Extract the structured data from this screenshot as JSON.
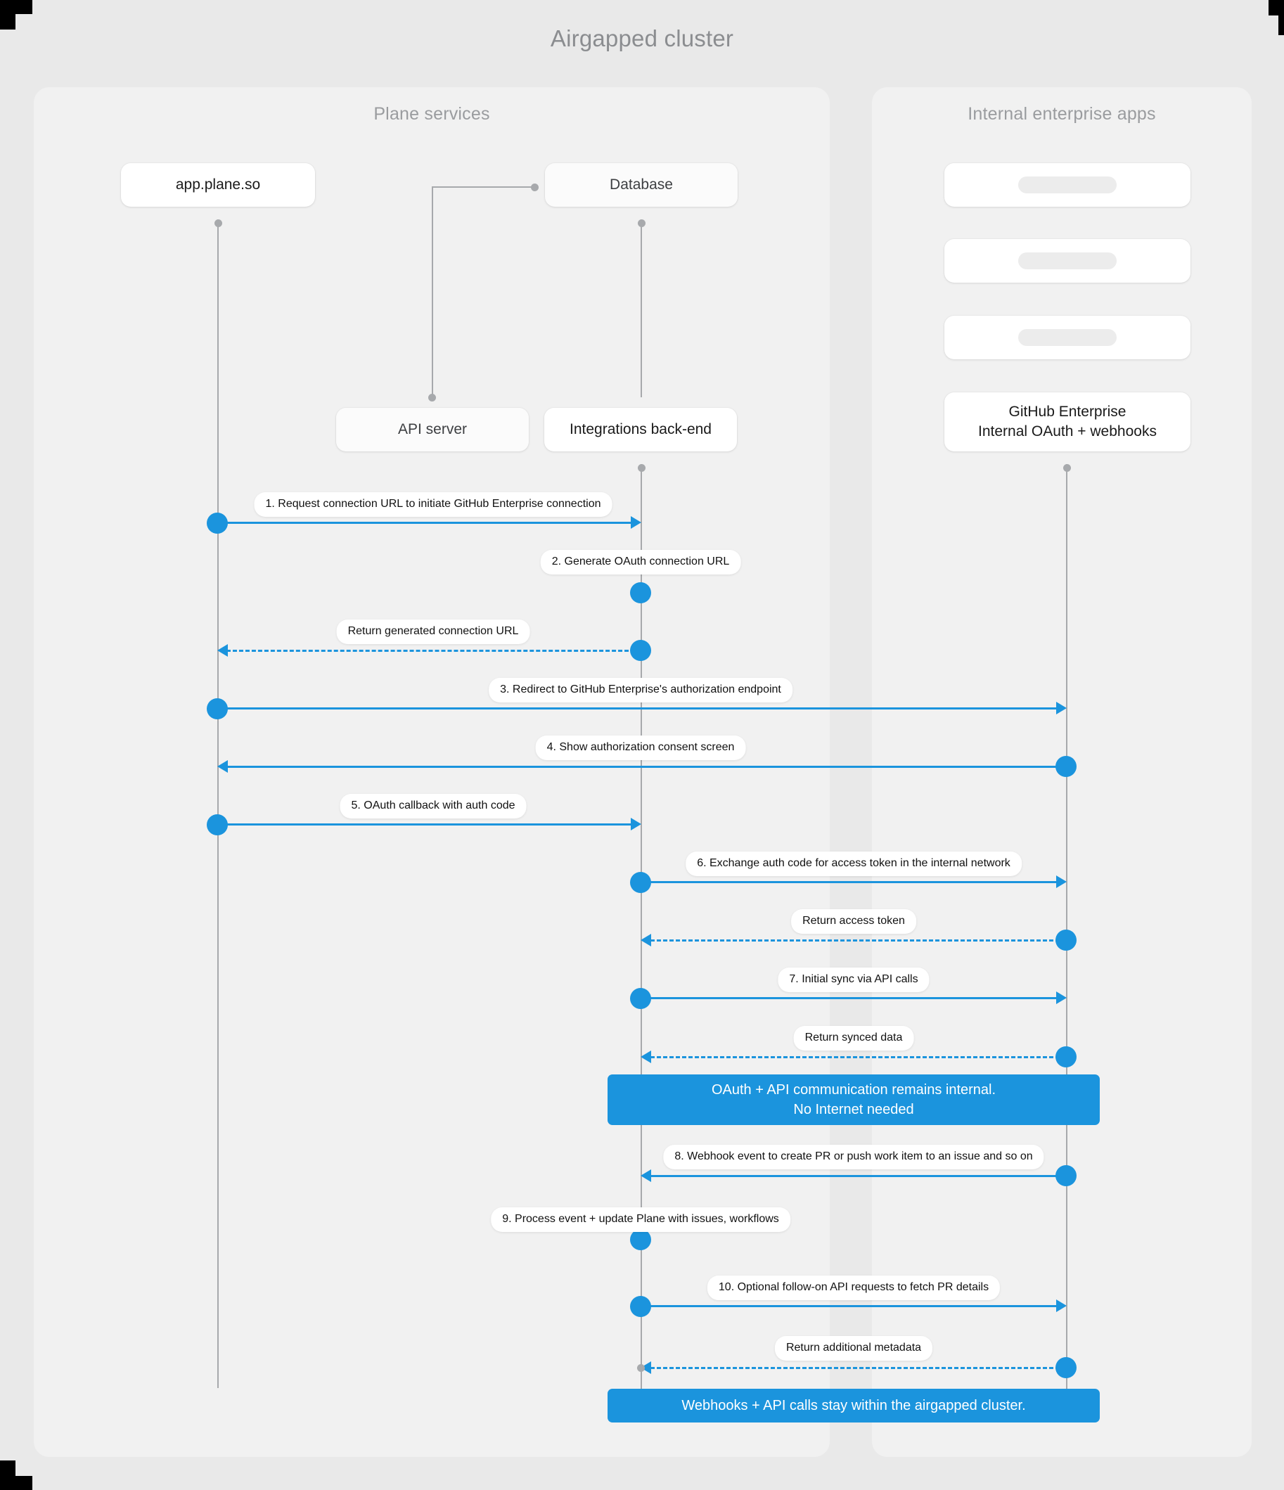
{
  "title": "Airgapped cluster",
  "theme": {
    "background": "#e9e9e9",
    "panel_bg": "#f1f1f1",
    "accent_blue": "#1b94dd",
    "lifeline_grey": "#a7a9ac",
    "title_grey": "#8b8d90",
    "node_bg": "#ffffff"
  },
  "panels": [
    {
      "id": "plane-services",
      "title": "Plane services"
    },
    {
      "id": "internal-enterprise-apps",
      "title": "Internal enterprise apps"
    }
  ],
  "participants": [
    {
      "id": "app-plane-so",
      "label": "app.plane.so"
    },
    {
      "id": "database",
      "label": "Database"
    },
    {
      "id": "api-server",
      "label": "API server"
    },
    {
      "id": "integrations-backend",
      "label": "Integrations back-end"
    },
    {
      "id": "placeholder-1",
      "label": ""
    },
    {
      "id": "placeholder-2",
      "label": ""
    },
    {
      "id": "placeholder-3",
      "label": ""
    },
    {
      "id": "github-enterprise",
      "label_line1": "GitHub Enterprise",
      "label_line2": "Internal OAuth + webhooks"
    }
  ],
  "messages": [
    {
      "n": 1,
      "label": "1. Request connection URL to initiate GitHub Enterprise connection",
      "from": "app-plane-so",
      "to": "integrations-backend",
      "style": "solid"
    },
    {
      "n": 2,
      "label": "2. Generate OAuth connection URL",
      "from": "integrations-backend",
      "to": "integrations-backend",
      "style": "self"
    },
    {
      "n": 3,
      "label": "Return generated connection URL",
      "from": "integrations-backend",
      "to": "app-plane-so",
      "style": "dashed"
    },
    {
      "n": 4,
      "label": "3. Redirect to GitHub Enterprise's authorization endpoint",
      "from": "app-plane-so",
      "to": "github-enterprise",
      "style": "solid"
    },
    {
      "n": 5,
      "label": "4. Show authorization consent screen",
      "from": "github-enterprise",
      "to": "app-plane-so",
      "style": "solid"
    },
    {
      "n": 6,
      "label": "5. OAuth callback with auth code",
      "from": "app-plane-so",
      "to": "integrations-backend",
      "style": "solid"
    },
    {
      "n": 7,
      "label": "6. Exchange auth code for access token in the internal network",
      "from": "integrations-backend",
      "to": "github-enterprise",
      "style": "solid"
    },
    {
      "n": 8,
      "label": "Return access token",
      "from": "github-enterprise",
      "to": "integrations-backend",
      "style": "dashed"
    },
    {
      "n": 9,
      "label": "7. Initial sync via API calls",
      "from": "integrations-backend",
      "to": "github-enterprise",
      "style": "solid"
    },
    {
      "n": 10,
      "label": "Return synced data",
      "from": "github-enterprise",
      "to": "integrations-backend",
      "style": "dashed"
    },
    {
      "n": 11,
      "label": "8. Webhook event to create PR  or push work item to an issue  and so on",
      "from": "github-enterprise",
      "to": "integrations-backend",
      "style": "solid"
    },
    {
      "n": 12,
      "label": "9. Process event + update Plane with issues, workflows",
      "from": "integrations-backend",
      "to": "integrations-backend",
      "style": "self"
    },
    {
      "n": 13,
      "label": "10. Optional follow-on API requests to fetch PR details",
      "from": "integrations-backend",
      "to": "github-enterprise",
      "style": "solid"
    },
    {
      "n": 14,
      "label": "Return additional metadata",
      "from": "github-enterprise",
      "to": "integrations-backend",
      "style": "dashed"
    }
  ],
  "notes": [
    {
      "id": "note-internal",
      "line1": "OAuth + API communication remains internal.",
      "line2": "No Internet needed"
    },
    {
      "id": "note-airgapped",
      "line1": "Webhooks + API calls stay within the airgapped cluster.",
      "line2": ""
    }
  ]
}
